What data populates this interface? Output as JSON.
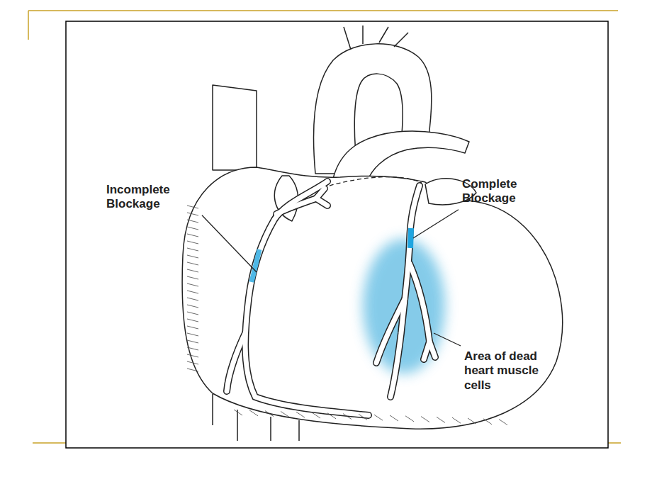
{
  "diagram": {
    "labels": [
      "Incomplete Blockage",
      "Complete Blockage",
      "Area of dead heart muscle cells"
    ]
  }
}
